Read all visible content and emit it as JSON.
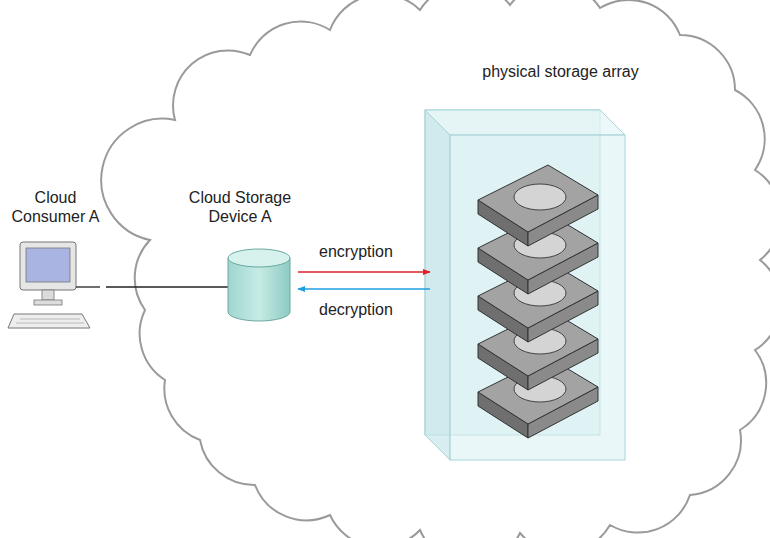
{
  "diagram": {
    "nodes": [
      {
        "text": [
          "Cloud Consumer A"
        ]
      },
      {
        "text": [
          "Cloud Storage Device A"
        ]
      },
      {
        "text": [
          "physical storage array"
        ]
      }
    ],
    "edges": [
      {
        "from": 0,
        "to": 1,
        "arrow": "none"
      },
      {
        "from": 1,
        "to": 2,
        "label": "encryption",
        "arrow": "to"
      },
      {
        "from": 2,
        "to": 1,
        "label": "decryption",
        "arrow": "to"
      }
    ]
  }
}
